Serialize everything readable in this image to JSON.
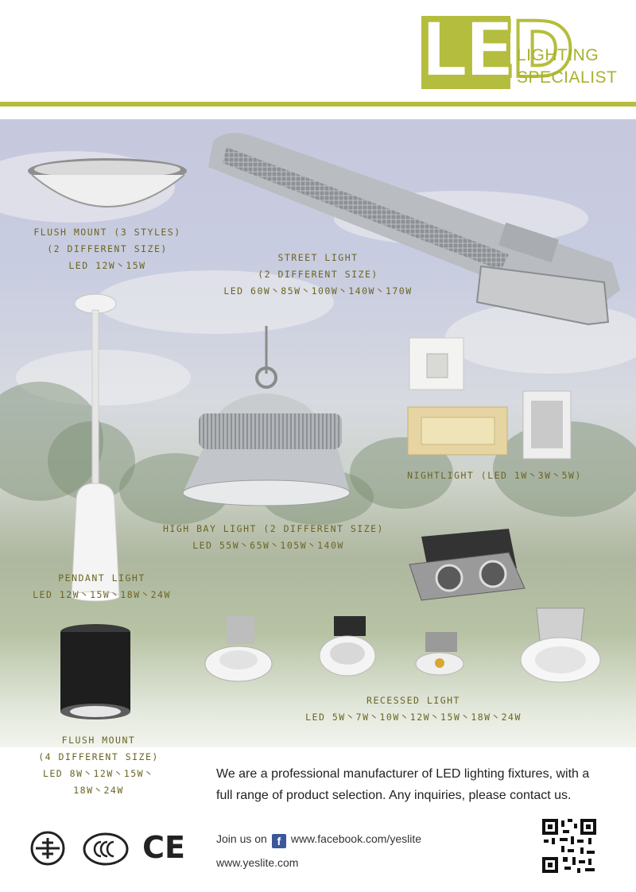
{
  "header": {
    "logo_letters": "LED",
    "logo_line1": "LIGHTING",
    "logo_line2": "SPECIALIST",
    "accent_color": "#b5bd3e"
  },
  "products": {
    "flush_mount_styles": {
      "line1": "FLUSH MOUNT (3 STYLES)",
      "line2": "(2 DIFFERENT SIZE)",
      "line3": "LED 12W丶15W"
    },
    "street_light": {
      "line1": "STREET LIGHT",
      "line2": "(2 DIFFERENT SIZE)",
      "line3": "LED 60W丶85W丶100W丶140W丶170W"
    },
    "nightlight": {
      "line1": "NIGHTLIGHT (LED 1W丶3W丶5W)"
    },
    "high_bay_light": {
      "line1": "HIGH BAY LIGHT (2 DIFFERENT SIZE)",
      "line2": "LED 55W丶65W丶105W丶140W"
    },
    "pendant_light": {
      "line1": "PENDANT LIGHT",
      "line2": "LED 12W丶15W丶18W丶24W"
    },
    "recessed_light": {
      "line1": "RECESSED LIGHT",
      "line2": "LED 5W丶7W丶10W丶12W丶15W丶18W丶24W"
    },
    "flush_mount_sizes": {
      "line1": "FLUSH MOUNT",
      "line2": "(4 DIFFERENT SIZE)",
      "line3": "LED 8W丶12W丶15W丶",
      "line4": "18W丶24W"
    }
  },
  "footer": {
    "about_line1": "We are a professional manufacturer of LED lighting fixtures, with a",
    "about_line2": "full range of product selection.  Any inquiries, please contact us.",
    "join_label": "Join us on",
    "facebook_glyph": "f",
    "facebook_url": "www.facebook.com/yeslite",
    "website": "www.yeslite.com",
    "cert_ce": "CE",
    "icons": [
      "bsmi-mark-icon",
      "ccc-mark-icon",
      "ce-mark-icon",
      "facebook-icon",
      "qr-code-icon"
    ]
  }
}
